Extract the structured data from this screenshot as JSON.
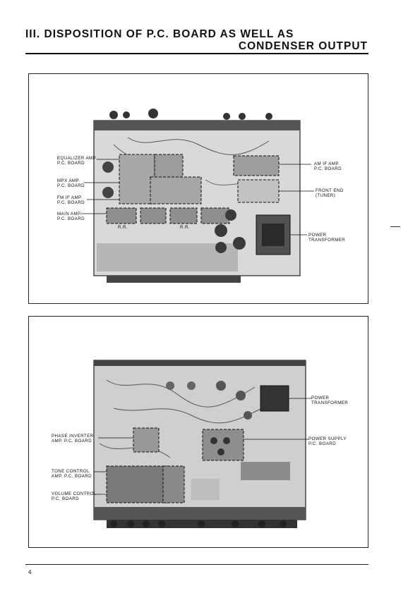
{
  "header": {
    "title_line1": "III. DISPOSITION OF P.C. BOARD AS WELL AS",
    "title_line2": "CONDENSER OUTPUT"
  },
  "figure_top": {
    "labels": {
      "equalizer": "EQUALIZER AMP.\nP.C. BOARD",
      "mpx": "MPX AMP.\nP.C. BOARD",
      "fm_if": "FM IF AMP.\nP.C. BOARD",
      "main_amp": "MAIN AMP.\nP.C. BOARD",
      "am_if": "AM IF AMP.\nP.C. BOARD",
      "front_end": "FRONT END\n(TUNER)",
      "power_transformer": "POWER\nTRANSFORMER",
      "rr_left": "R.R.",
      "rr_right": "R.R."
    }
  },
  "figure_bottom": {
    "labels": {
      "power_transformer": "POWER\nTRANSFORMER",
      "phase_inverter": "PHASE INVERTER\nAMP. P.C. BOARD",
      "power_supply": "POWER SUPPLY\nP.C. BOARD",
      "tone_control": "TONE CONTROL\nAMP. P.C. BOARD",
      "volume_control": "VOLUME CONTROL\nP.C. BOARD"
    }
  },
  "footer": {
    "page_number": "4"
  }
}
